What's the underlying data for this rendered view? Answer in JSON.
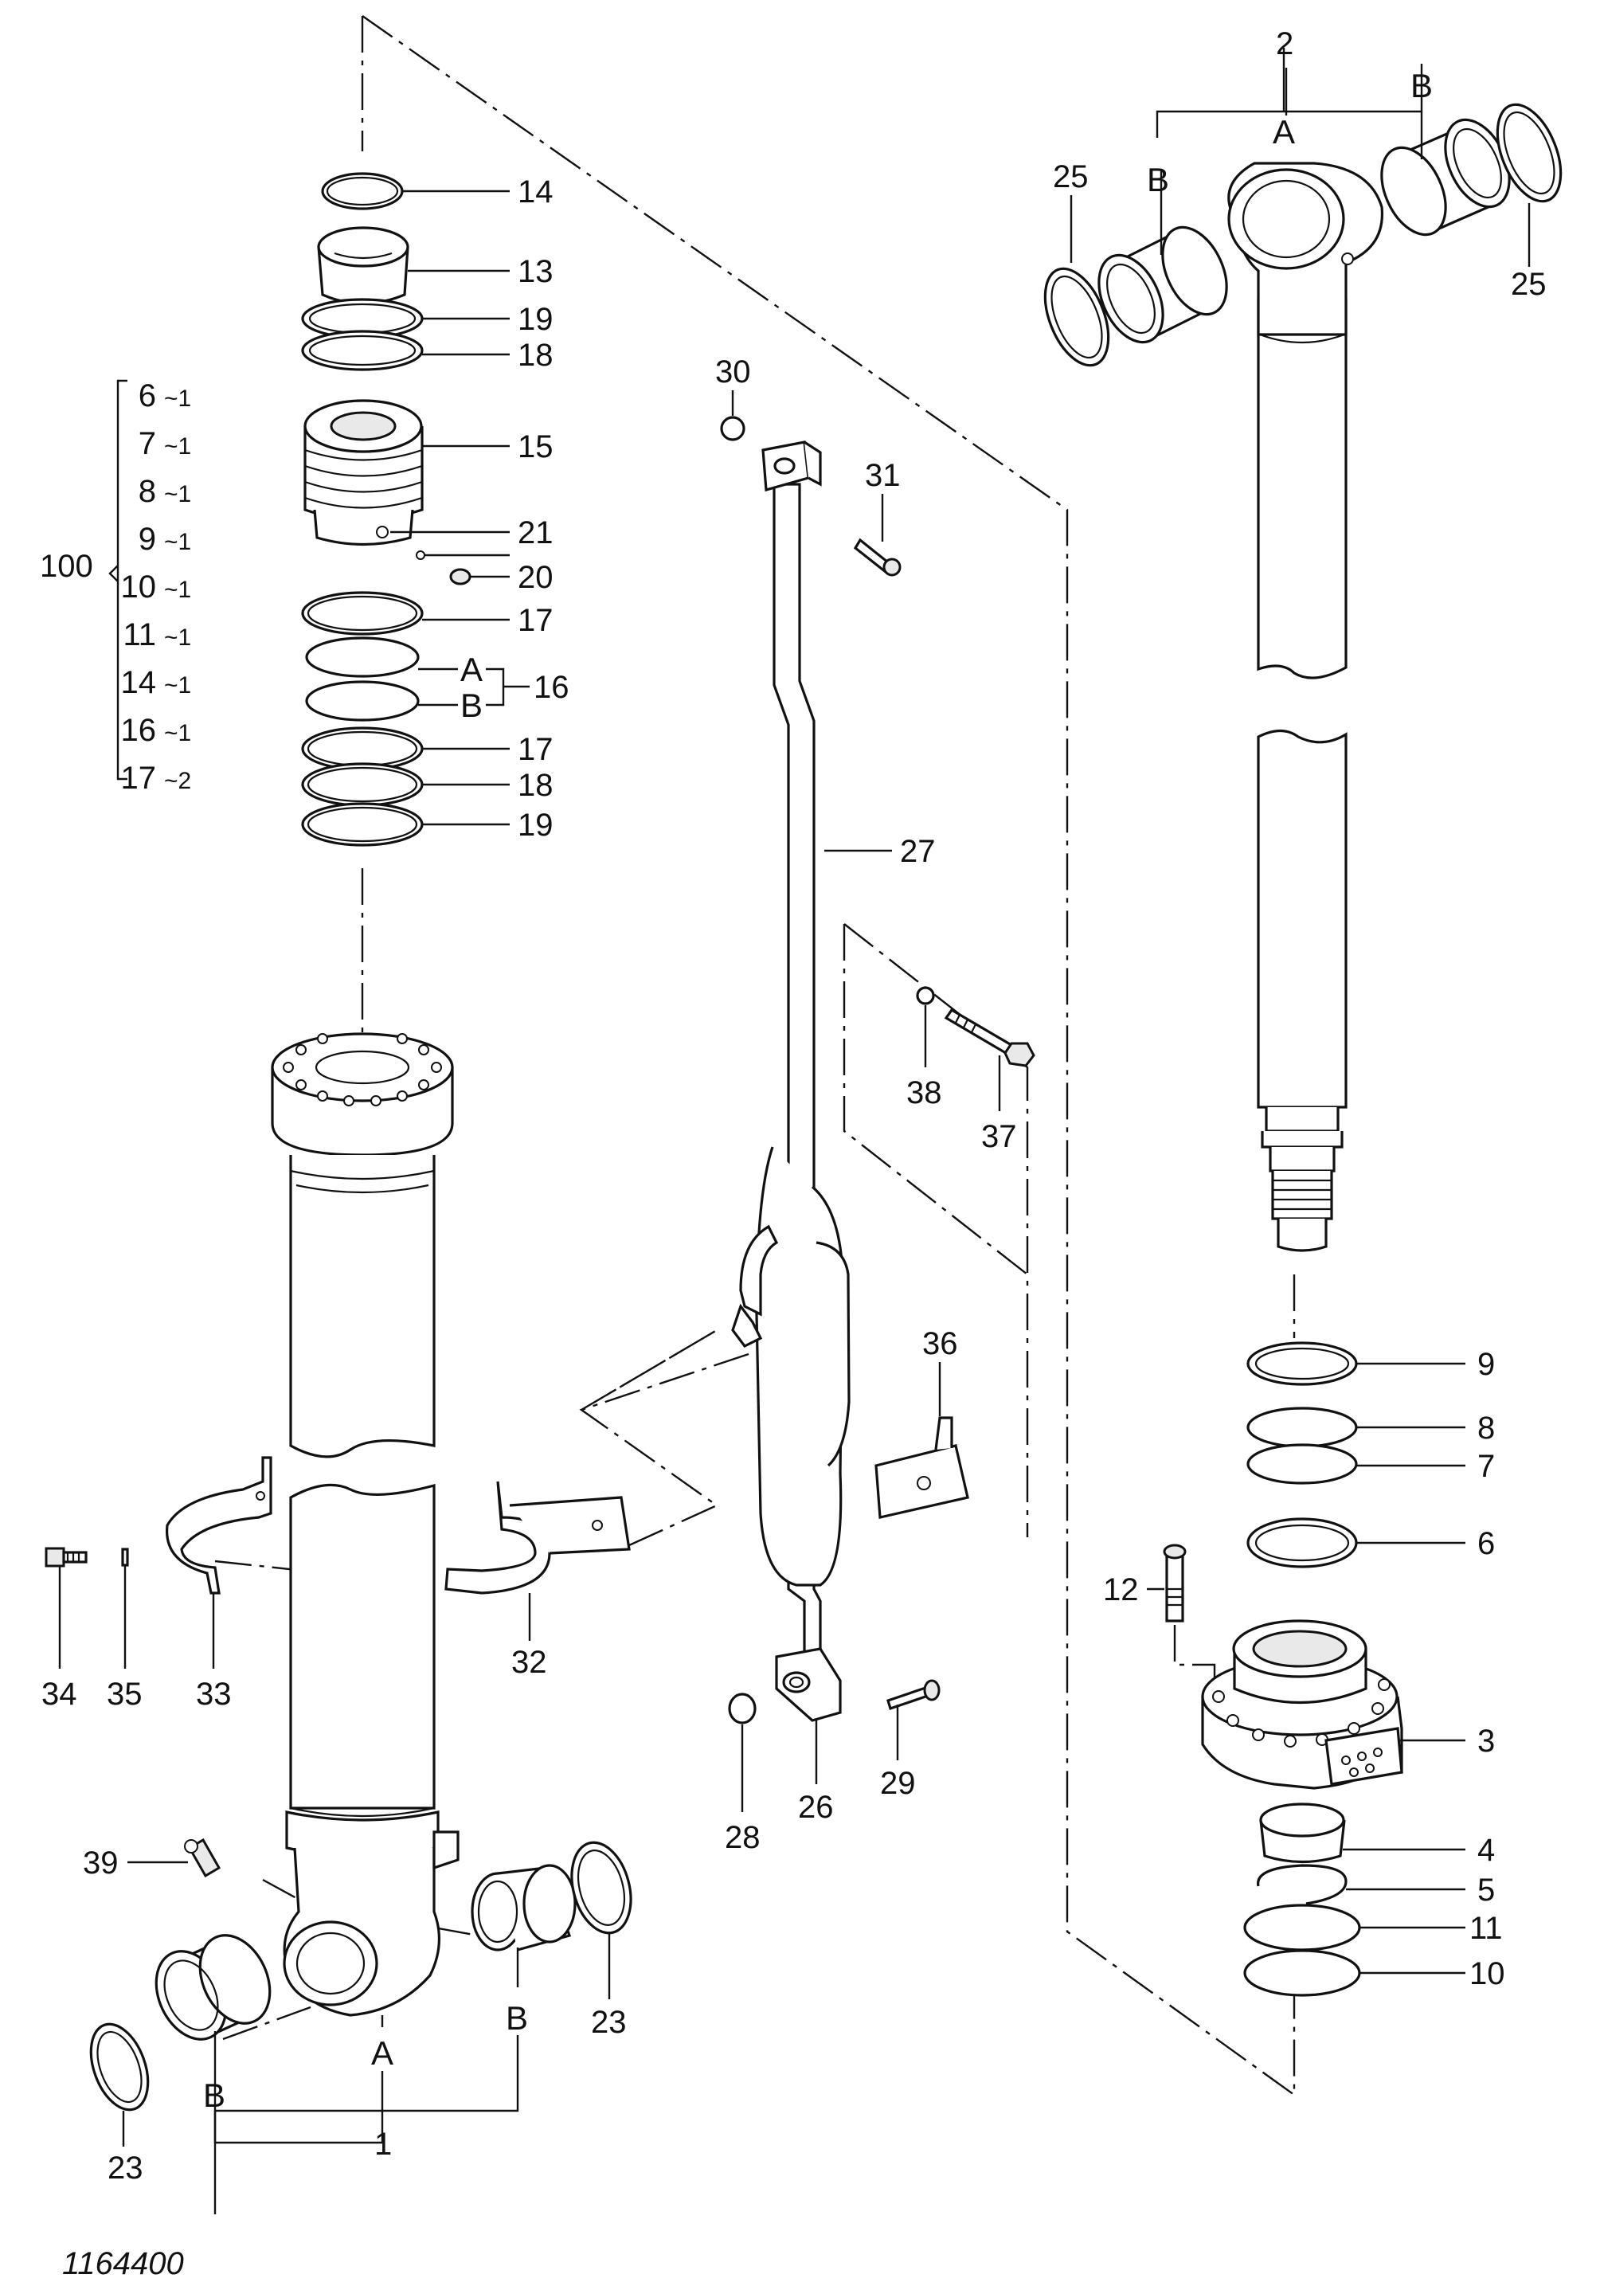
{
  "drawing_id": "1164400",
  "kit": {
    "number": "100",
    "contents": [
      {
        "part": "6",
        "qty": "~1"
      },
      {
        "part": "7",
        "qty": "~1"
      },
      {
        "part": "8",
        "qty": "~1"
      },
      {
        "part": "9",
        "qty": "~1"
      },
      {
        "part": "10",
        "qty": "~1"
      },
      {
        "part": "11",
        "qty": "~1"
      },
      {
        "part": "14",
        "qty": "~1"
      },
      {
        "part": "16",
        "qty": "~1"
      },
      {
        "part": "17",
        "qty": "~2"
      }
    ]
  },
  "callouts": {
    "c1": "1",
    "c2": "2",
    "c3": "3",
    "c4": "4",
    "c5": "5",
    "c6": "6",
    "c7": "7",
    "c8": "8",
    "c9": "9",
    "c10": "10",
    "c11": "11",
    "c12": "12",
    "c13": "13",
    "c14": "14",
    "c15": "15",
    "c16": "16",
    "c17a": "17",
    "c17b": "17",
    "c18a": "18",
    "c18b": "18",
    "c19a": "19",
    "c19b": "19",
    "c20": "20",
    "c21": "21",
    "c23a": "23",
    "c23b": "23",
    "c25a": "25",
    "c25b": "25",
    "c26": "26",
    "c27": "27",
    "c28": "28",
    "c29": "29",
    "c30": "30",
    "c31": "31",
    "c32": "32",
    "c33": "33",
    "c34": "34",
    "c35": "35",
    "c36": "36",
    "c37": "37",
    "c38": "38",
    "c39": "39"
  },
  "sub_labels": {
    "A": "A",
    "B": "B"
  }
}
